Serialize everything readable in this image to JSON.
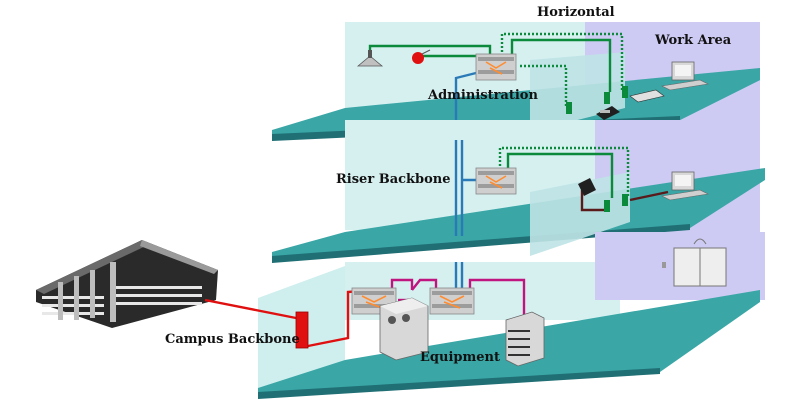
{
  "labels": {
    "horizontal": "Horizontal",
    "work_area": "Work Area",
    "administration": "Administration",
    "riser_backbone": "Riser Backbone",
    "campus_backbone": "Campus Backbone",
    "equipment": "Equipment"
  },
  "colors": {
    "floor": "#3aa6a6",
    "floor_edge": "#1f6f74",
    "wall": "#d8f0f0",
    "back_wall": "#cfe9ee",
    "end_wall": "#c9c6f2",
    "green_cable": "#0a8a3a",
    "blue_cable": "#2a7ab8",
    "magenta_cable": "#c0157e",
    "red_cable": "#e01010",
    "brown_cable": "#5a1a1a",
    "patch_panel": "#c8c8c8"
  },
  "icons": [
    "building-icon",
    "patch-panel-icon",
    "lamp-icon",
    "bell-icon",
    "computer-icon",
    "phone-icon",
    "server-icon",
    "elevator-icon",
    "wall-outlet-icon"
  ]
}
